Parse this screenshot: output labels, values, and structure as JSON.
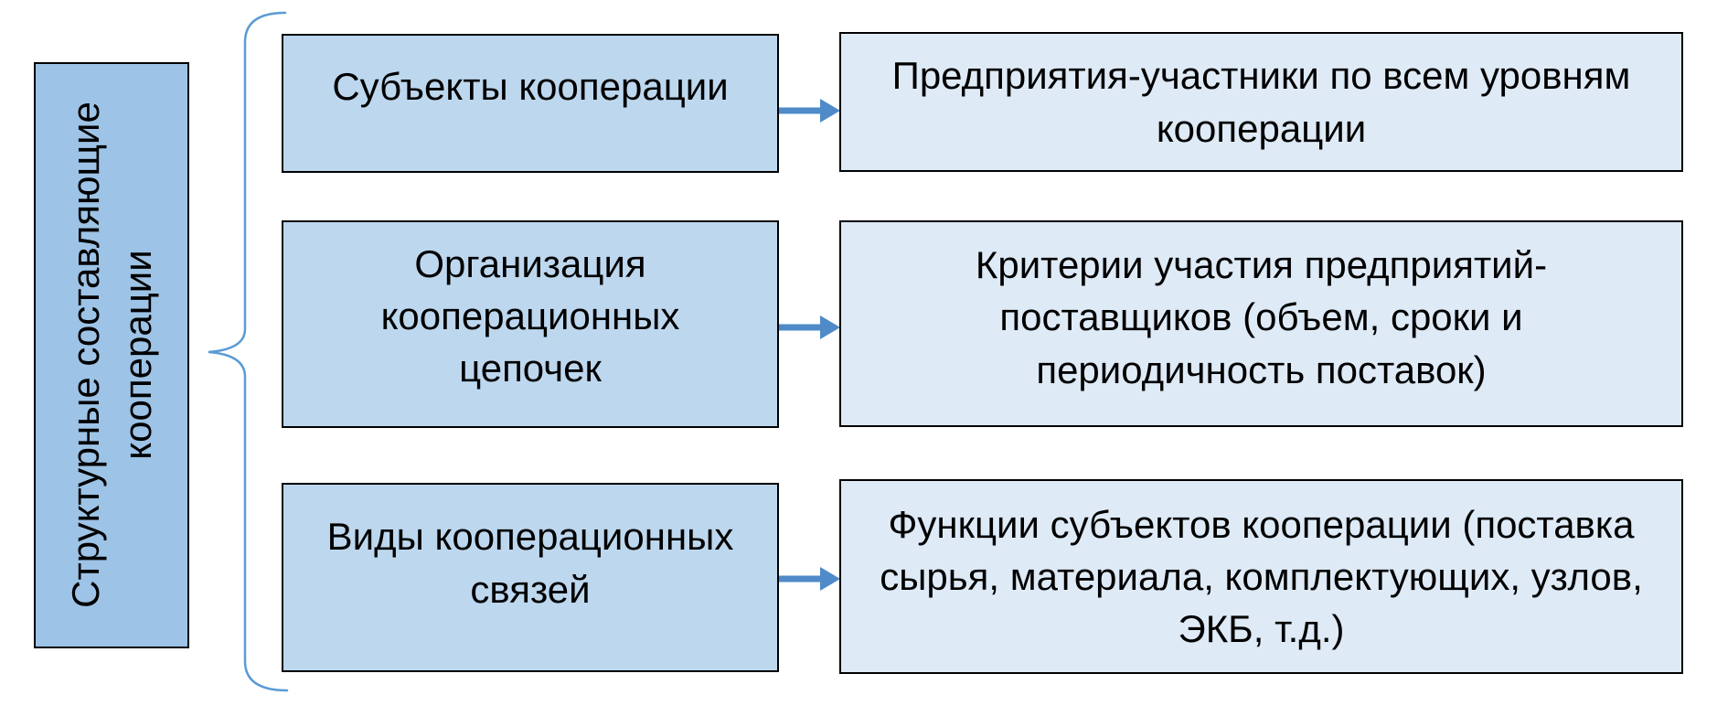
{
  "diagram": {
    "category": {
      "text": "Структурные составляющие\nкооперации"
    },
    "rows": [
      {
        "label": "Субъекты кооперации",
        "description": "Предприятия-участники по всем уровням\nкооперации"
      },
      {
        "label": "Организация\nкооперационных\nцепочек",
        "description": "Критерии участия предприятий-\nпоставщиков (объем, сроки и\nпериодичность поставок)"
      },
      {
        "label": "Виды кооперационных\nсвязей",
        "description": "Функции субъектов кооперации (поставка\nсырья, материала, комплектующих, узлов,\nЭКБ, т.д.)"
      }
    ],
    "colors": {
      "category_box_fill": "#9dc3e6",
      "label_box_fill": "#bdd7ee",
      "description_box_fill": "#deeaf6",
      "box_border": "#000000",
      "connector_blue": "#5b9bd5",
      "arrow_blue": "#4e8bc8",
      "text": "#000000",
      "background": "#ffffff"
    }
  }
}
